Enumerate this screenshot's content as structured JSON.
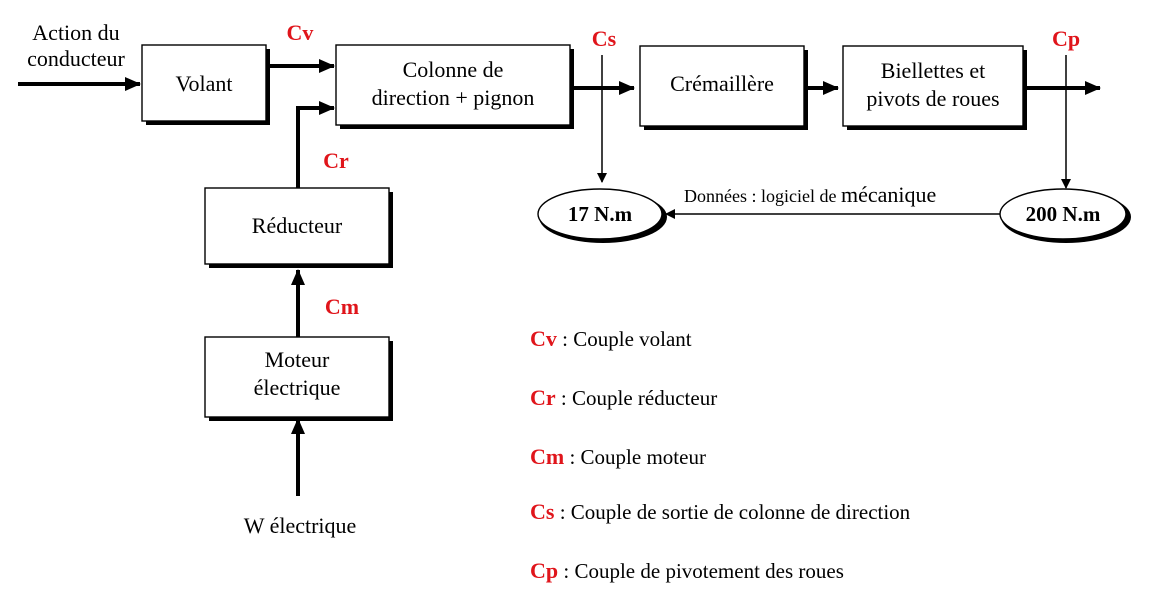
{
  "blocks": {
    "volant": "Volant",
    "colonne_line1": "Colonne de",
    "colonne_line2": "direction + pignon",
    "cremaillere": "Crémaillère",
    "biellettes_line1": "Biellettes et",
    "biellettes_line2": "pivots de roues",
    "reducteur": "Réducteur",
    "moteur_line1": "Moteur",
    "moteur_line2": "électrique"
  },
  "inputs": {
    "action_line1": "Action du",
    "action_line2": "conducteur",
    "w_electrique": "W électrique"
  },
  "signals": {
    "cv": "Cv",
    "cs": "Cs",
    "cp": "Cp",
    "cr": "Cr",
    "cm": "Cm"
  },
  "values": {
    "cs_value": "17 N.m",
    "cp_value": "200 N.m",
    "source_prefix": "Données : logiciel de ",
    "source_word": "mécanique"
  },
  "legend": [
    {
      "key": "Cv",
      "text": " : Couple volant"
    },
    {
      "key": "Cr",
      "text": " : Couple réducteur"
    },
    {
      "key": "Cm",
      "text": " : Couple moteur"
    },
    {
      "key": "Cs",
      "text": " : Couple de sortie de colonne de direction"
    },
    {
      "key": "Cp",
      "text": " : Couple de pivotement des roues"
    }
  ],
  "colors": {
    "signal": "#e0151b",
    "line": "#000000",
    "background": "#ffffff"
  }
}
